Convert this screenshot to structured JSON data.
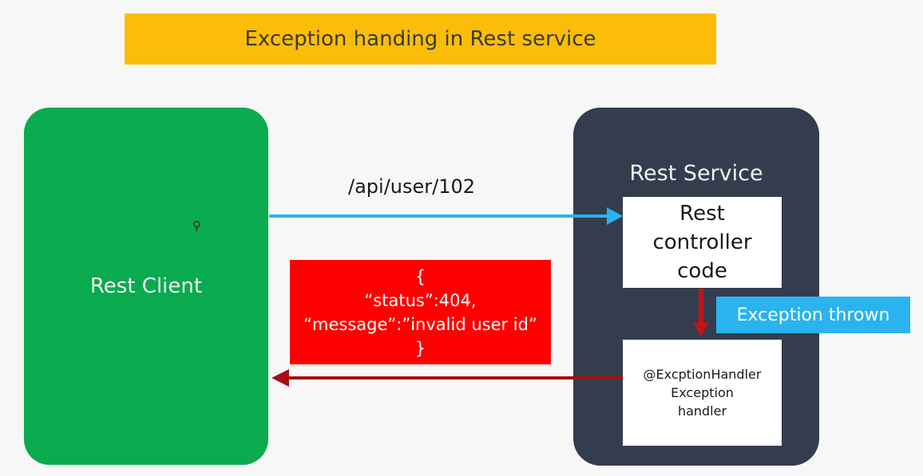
{
  "title": "Exception handing in  Rest service",
  "client": {
    "label": "Rest Client"
  },
  "service": {
    "label": "Rest Service",
    "controller_text": "Rest controller code",
    "handler_lines": [
      "@ExcptionHandler",
      "Exception",
      "handler"
    ]
  },
  "request": {
    "endpoint": "/api/user/102"
  },
  "exception_badge": "Exception thrown",
  "response_lines": [
    "{",
    "“status”:404,",
    "“message”:”invalid user id”",
    "}"
  ],
  "colors": {
    "title_bar": "#fbbd08",
    "client_box": "#0aaa4e",
    "service_box": "#333d4e",
    "request_arrow": "#2ab3ee",
    "response_arrow": "#a30f14",
    "response_box": "#ff0000",
    "exception_badge": "#2ab3ee"
  },
  "cursor_icon": "magnifier-cursor-icon"
}
